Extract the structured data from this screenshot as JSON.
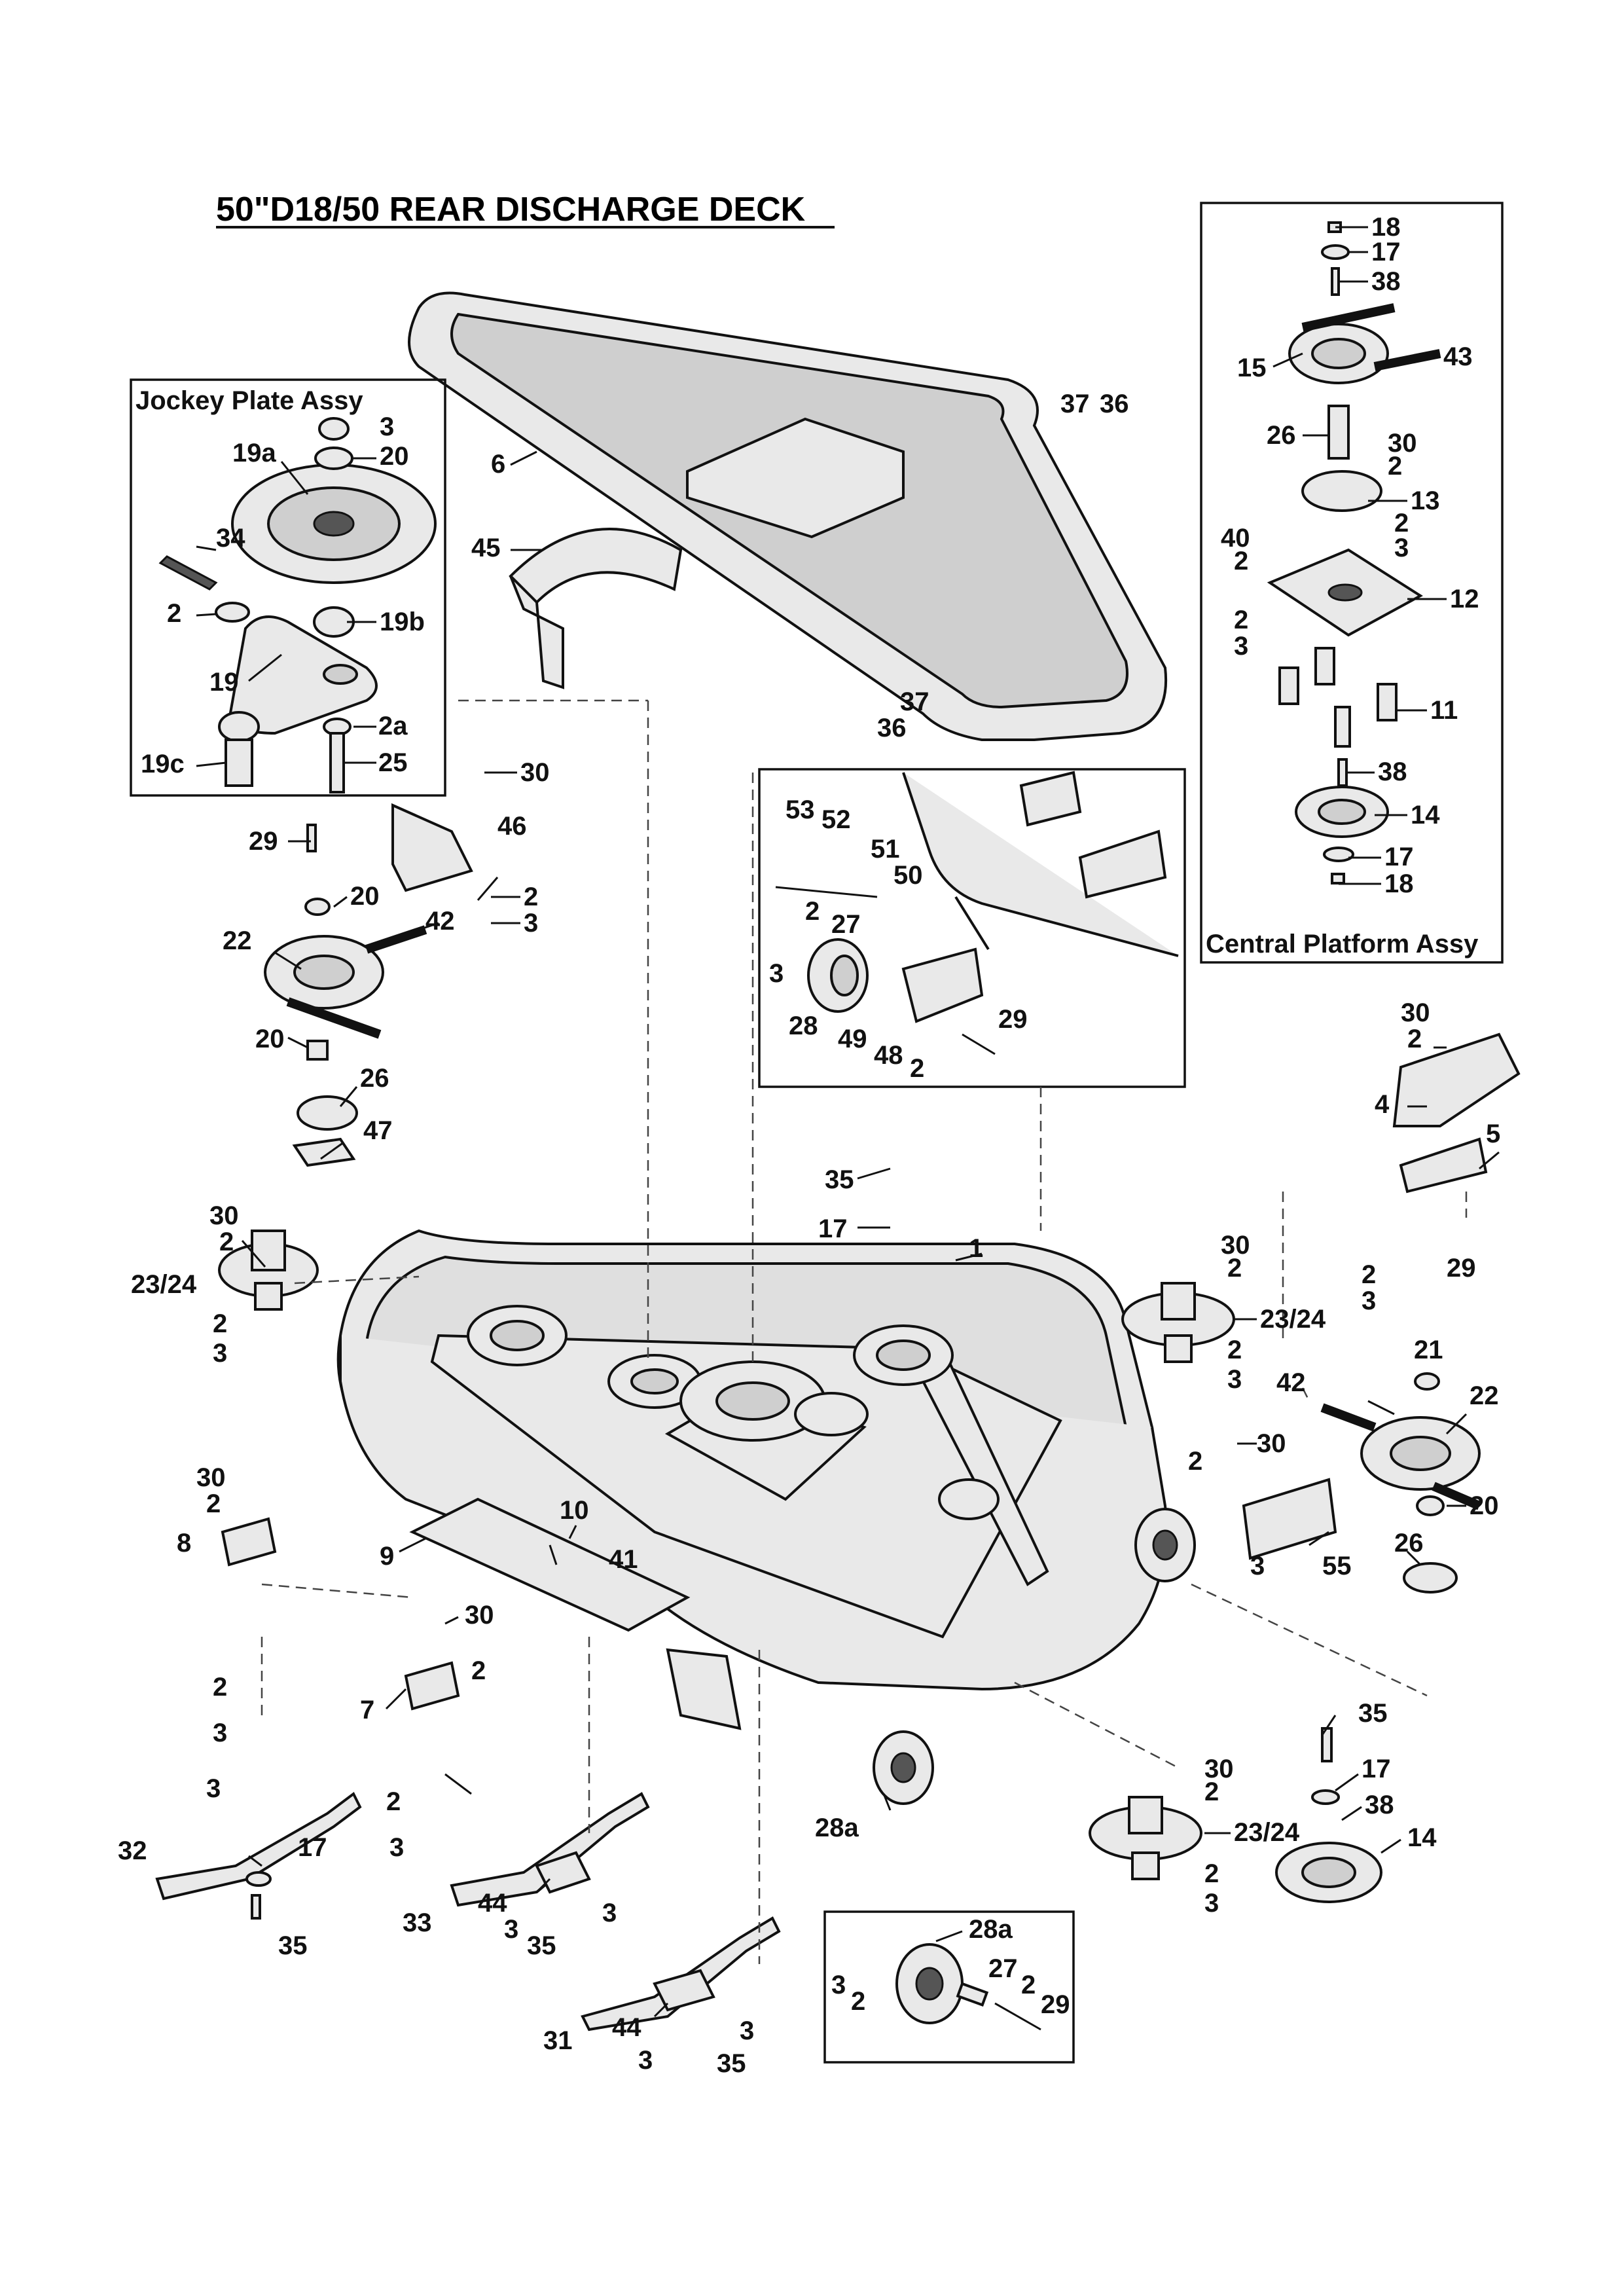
{
  "title": "50\"D18/50 REAR DISCHARGE DECK",
  "assemblies": {
    "jockey": "Jockey Plate Assy",
    "central": "Central Platform Assy"
  },
  "labels": {
    "c18a": "18",
    "c17a": "17",
    "c38a": "38",
    "c15": "15",
    "c43": "43",
    "c26": "26",
    "c30": "30",
    "c2a": "2",
    "c13": "13",
    "c2b": "2",
    "c40": "40",
    "c2c": "2",
    "c3a": "3",
    "c12": "12",
    "c2d": "2",
    "c3b": "3",
    "c11": "11",
    "c38b": "38",
    "c14": "14",
    "c17b": "17",
    "c18b": "18",
    "j3": "3",
    "j19a": "19a",
    "j20": "20",
    "j34": "34",
    "j2": "2",
    "j19b": "19b",
    "j19": "19",
    "j2a": "2a",
    "j19c": "19c",
    "j25": "25",
    "t6": "6",
    "t45": "45",
    "t37a": "37",
    "t36a": "36",
    "t37b": "37",
    "t36b": "36",
    "l30a": "30",
    "l29a": "29",
    "l46": "46",
    "l20a": "20",
    "l2a": "2",
    "l3a": "3",
    "l22a": "22",
    "l42a": "42",
    "l20b": "20",
    "l26a": "26",
    "l47": "47",
    "m53": "53",
    "m52": "52",
    "m51": "51",
    "m50": "50",
    "m2": "2",
    "m27": "27",
    "m3": "3",
    "m28": "28",
    "m49": "49",
    "m48": "48",
    "m2b": "2",
    "m29": "29",
    "r30a": "30",
    "r2a": "2",
    "r4": "4",
    "r5": "5",
    "d35": "35",
    "d17": "17",
    "d1": "1",
    "ll30": "30",
    "ll2a": "2",
    "ll2324": "23/24",
    "ll2b": "2",
    "ll3": "3",
    "rr30": "30",
    "rr2a": "2",
    "rr2324": "23/24",
    "rr2b": "2",
    "rr3": "3",
    "rs2": "2",
    "rs3": "3",
    "rs29": "29",
    "rs21": "21",
    "rs42": "42",
    "rs22": "22",
    "rs30": "30",
    "rs2b": "2",
    "rs20": "20",
    "rs55": "55",
    "rs26": "26",
    "rs3b": "3",
    "lf30": "30",
    "lf2": "2",
    "lf8": "8",
    "lf10": "10",
    "lf9": "9",
    "lf41": "41",
    "lb30": "30",
    "lb2": "2",
    "lb2b": "2",
    "lb7": "7",
    "lb3": "3",
    "bl3": "3",
    "bl32": "32",
    "bl17": "17",
    "bl35": "35",
    "bm2": "2",
    "bm3": "3",
    "bm33": "33",
    "bm44": "44",
    "bm3b": "3",
    "bm3c": "3",
    "bm35": "35",
    "bb31": "31",
    "bb44": "44",
    "bb3": "3",
    "bb3b": "3",
    "bb35": "35",
    "w28a": "28a",
    "bs30": "30",
    "bs2": "2",
    "bs2324": "23/24",
    "bs2b": "2",
    "bs3": "3",
    "bp35": "35",
    "bp17": "17",
    "bp38": "38",
    "bp14": "14",
    "wb28a": "28a",
    "wb27": "27",
    "wb3": "3",
    "wb2": "2",
    "wb2b": "2",
    "wb29": "29"
  }
}
